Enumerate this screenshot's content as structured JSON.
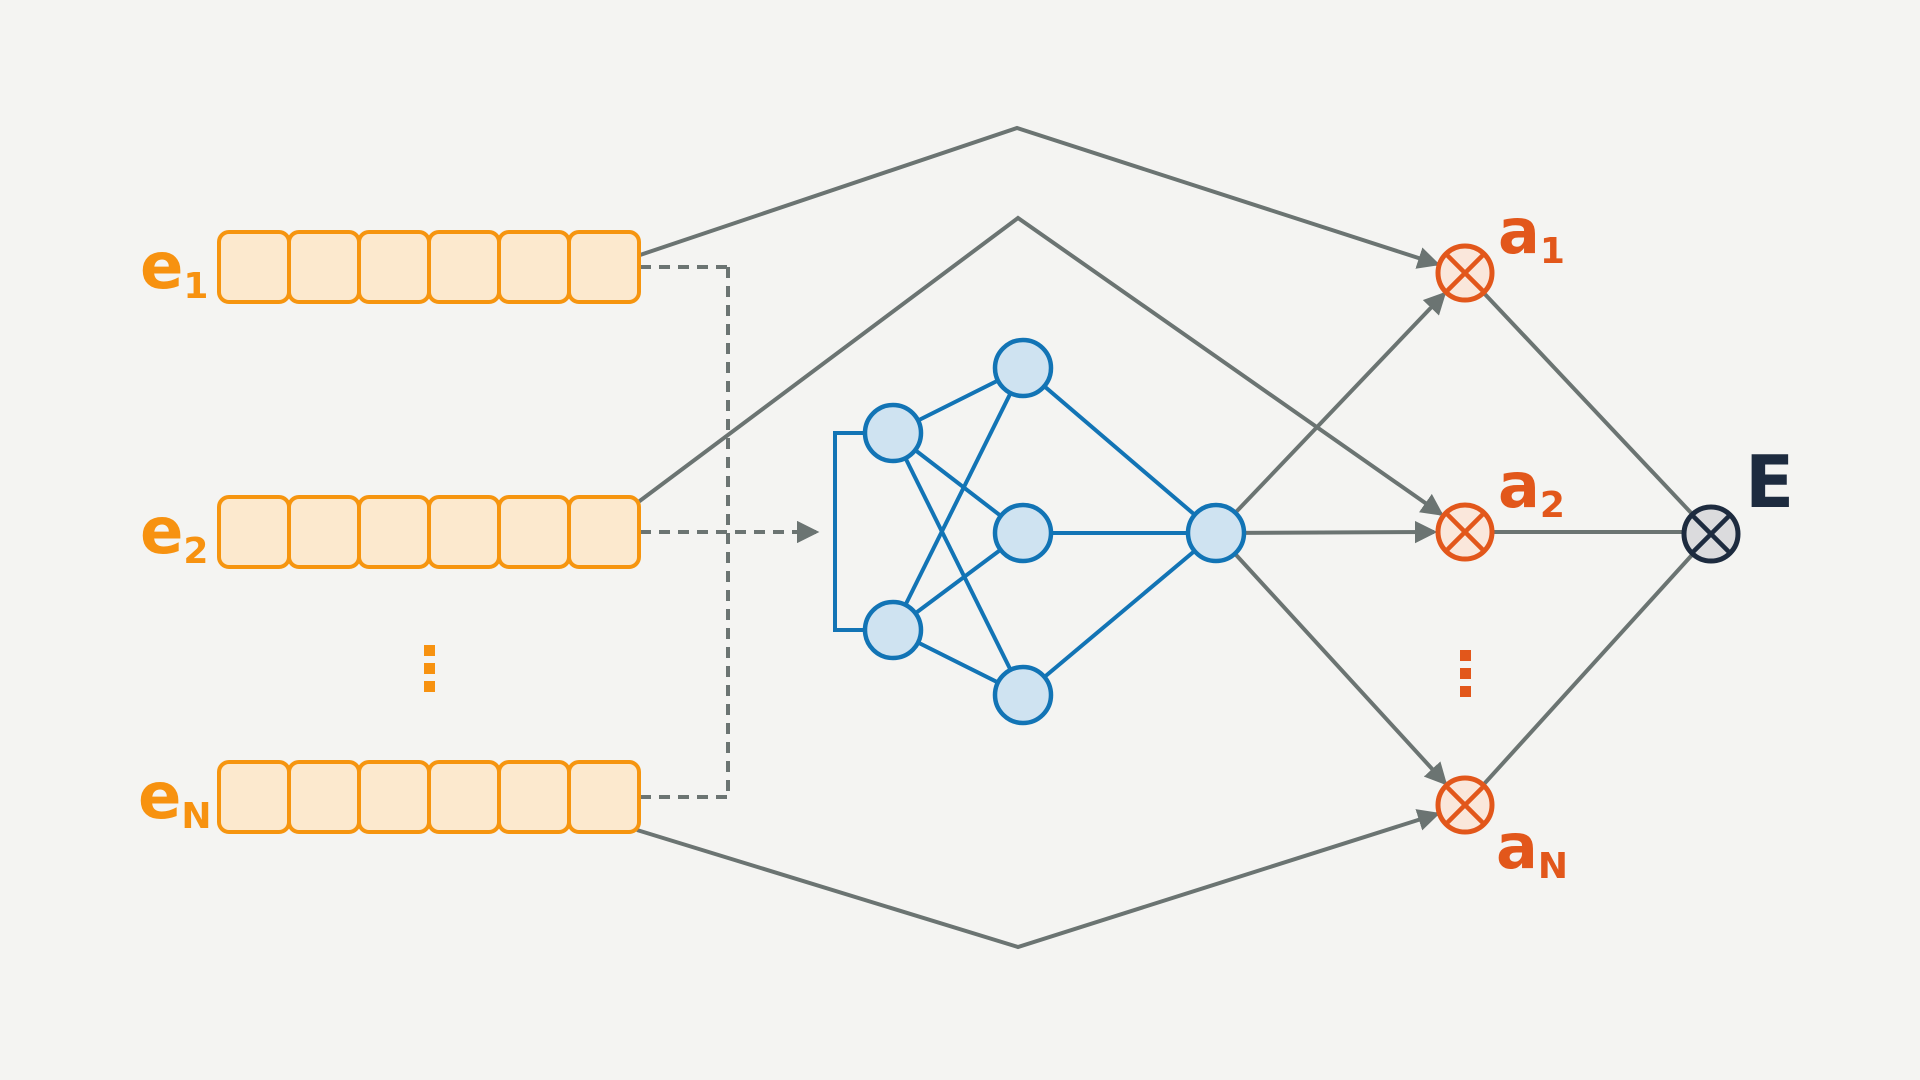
{
  "diagram": {
    "type": "attention-mechanism",
    "description": "Embedding vectors scored by a small neural network into attention multipliers combined into output E"
  },
  "colors": {
    "background": "#F4F4F2",
    "embedding_border": "#F6950F",
    "embedding_fill": "#FCE9CE",
    "embedding_label": "#F79210",
    "network_stroke": "#1274B5",
    "network_fill": "#CFE3F1",
    "attention_stroke": "#E2571B",
    "attention_fill": "#FAE7DB",
    "output_stroke": "#1D2B3F",
    "output_fill": "#DBDBDD",
    "connector_gray": "#6B7472"
  },
  "embeddings": {
    "cells_per_vector": 6,
    "ellipsis": "⋮",
    "items": [
      {
        "base": "e",
        "sub": "1"
      },
      {
        "base": "e",
        "sub": "2"
      },
      {
        "base": "e",
        "sub": "N"
      }
    ]
  },
  "network": {
    "input_nodes": 2,
    "hidden_nodes": 3,
    "output_nodes": 1
  },
  "attention": {
    "operator": "⊗",
    "ellipsis": "⋮",
    "items": [
      {
        "base": "a",
        "sub": "1"
      },
      {
        "base": "a",
        "sub": "2"
      },
      {
        "base": "a",
        "sub": "N"
      }
    ]
  },
  "output": {
    "label": "E"
  }
}
